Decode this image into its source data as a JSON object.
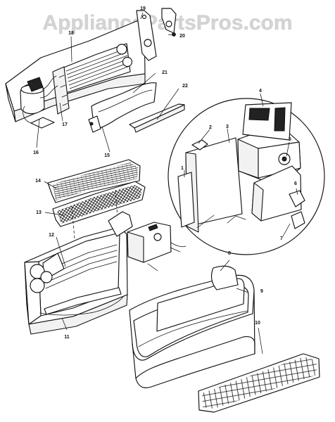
{
  "watermark": "AppliancePartsPros.com",
  "callouts": {
    "c1": "1",
    "c2": "2",
    "c3": "3",
    "c4": "4",
    "c5": "5",
    "c6": "6",
    "c7": "7",
    "c8": "8",
    "c9": "9",
    "c10": "10",
    "c11": "11",
    "c12": "12",
    "c13": "13",
    "c14": "14",
    "c15": "15",
    "c16": "16",
    "c17": "17",
    "c18": "18",
    "c19": "19",
    "c20": "20",
    "c21": "21",
    "c22": "22"
  },
  "colors": {
    "line": "#111111",
    "watermark": "#d4d4d4",
    "background": "#ffffff"
  }
}
